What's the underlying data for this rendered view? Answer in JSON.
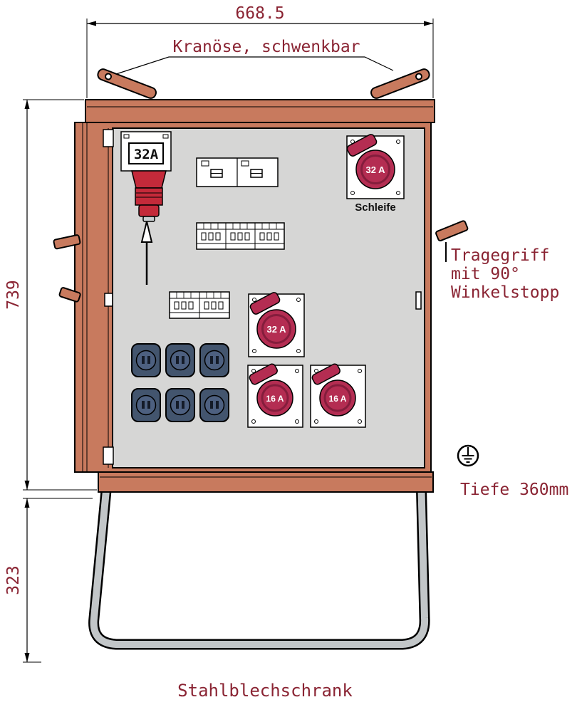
{
  "colors": {
    "annotation_text": "#8a2433",
    "cabinet_terracotta": "#c87a5e",
    "mounting_panel_gray": "#d6d6d5",
    "cee_socket_red": "#b42d52",
    "inlet_plug_red": "#c42a3a",
    "schuko_blue": "#43556e",
    "stand_gray": "#c2c6c8"
  },
  "dimensions": {
    "width": "668.5",
    "height": "739",
    "stand_height": "323",
    "depth": "Tiefe 360mm"
  },
  "annotations": {
    "crane": "Kranöse, schwenkbar",
    "handle_line1": "Tragegriff",
    "handle_line2": "mit 90°",
    "handle_line3": "Winkelstopp",
    "caption": "Stahlblechschrank"
  },
  "components": {
    "inlet_plug_label": "32A",
    "loop_socket_label": "32 A",
    "loop_socket_name": "Schleife",
    "mid_socket_label": "32 A",
    "socket16_left_label": "16 A",
    "socket16_right_label": "16 A"
  }
}
